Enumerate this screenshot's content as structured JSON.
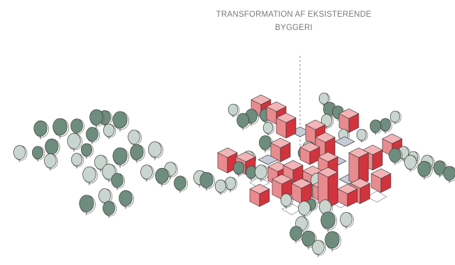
{
  "title": {
    "line1": "TRANSFORMATION AF EKSISTERENDE",
    "line2": "BYGGERI"
  },
  "colors": {
    "background": "#ffffff",
    "title_text": "#7a7a7a",
    "block_red_front": "#d2343e",
    "block_red_side": "#e98a8f",
    "block_red_top": "#f2b4b6",
    "block_grey_top": "#c7ccd6",
    "block_grey_side": "#5a6572",
    "tree_dark": "#6e8d7e",
    "tree_light": "#c9d6cf",
    "outline": "#2f2f2f"
  },
  "icons": {
    "tree": "tree-icon",
    "block": "building-block-icon",
    "axis": "vertical-dashed-line"
  }
}
